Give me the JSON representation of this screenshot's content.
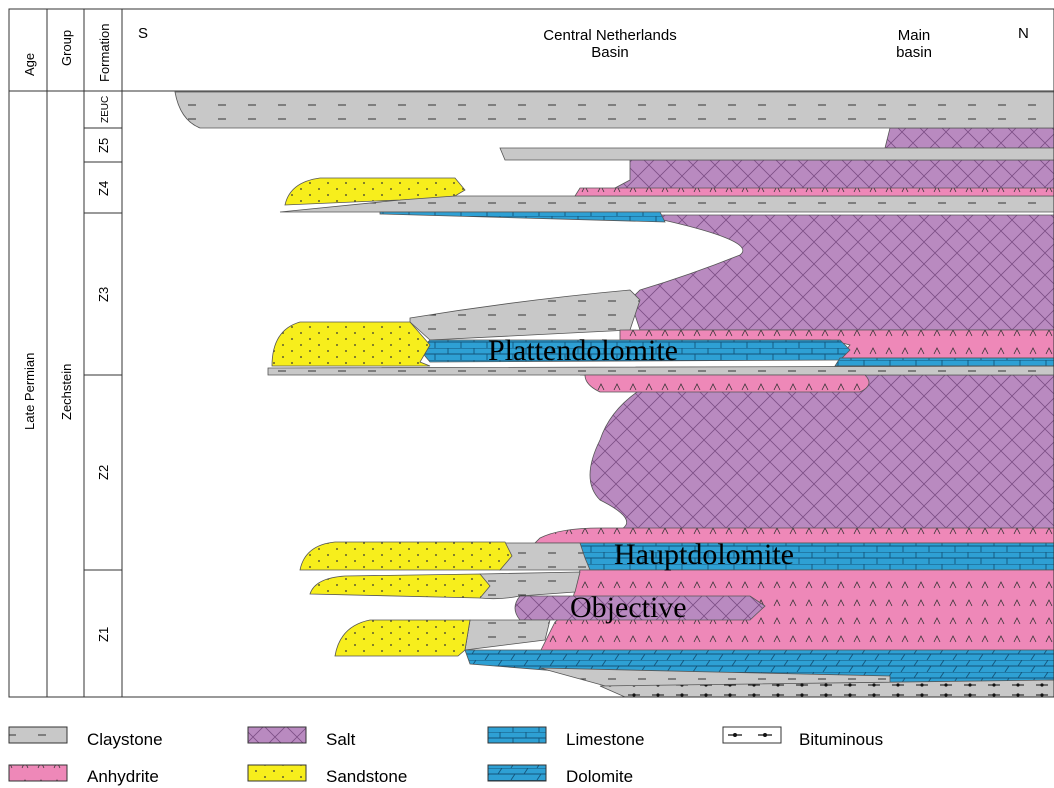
{
  "header": {
    "age": "Age",
    "group": "Group",
    "formation": "Formation",
    "south": "S",
    "north": "N",
    "basin_center_line1": "Central Netherlands",
    "basin_center_line2": "Basin",
    "main_basin_line1": "Main",
    "main_basin_line2": "basin"
  },
  "columns": {
    "age": "Late Permian",
    "group": "Zechstein",
    "formations": [
      "ZEUC",
      "Z5",
      "Z4",
      "Z3",
      "Z2",
      "Z1"
    ]
  },
  "annotations": {
    "plattendolomite": "Plattendolomite",
    "hauptdolomite": "Hauptdolomite",
    "objective": "Objective"
  },
  "legend": [
    {
      "label": "Claystone",
      "pattern": "claystone"
    },
    {
      "label": "Salt",
      "pattern": "salt"
    },
    {
      "label": "Limestone",
      "pattern": "limestone"
    },
    {
      "label": "Bituminous",
      "pattern": "bituminous"
    },
    {
      "label": "Anhydrite",
      "pattern": "anhydrite"
    },
    {
      "label": "Sandstone",
      "pattern": "sandstone"
    },
    {
      "label": "Dolomite",
      "pattern": "dolomite"
    }
  ],
  "colors": {
    "claystone": "#c8c8c8",
    "salt": "#b98ac0",
    "anhydrite": "#ee88b8",
    "sandstone": "#f7ee1c",
    "limestone": "#2ea0d4",
    "dolomite": "#2ea0d4"
  }
}
